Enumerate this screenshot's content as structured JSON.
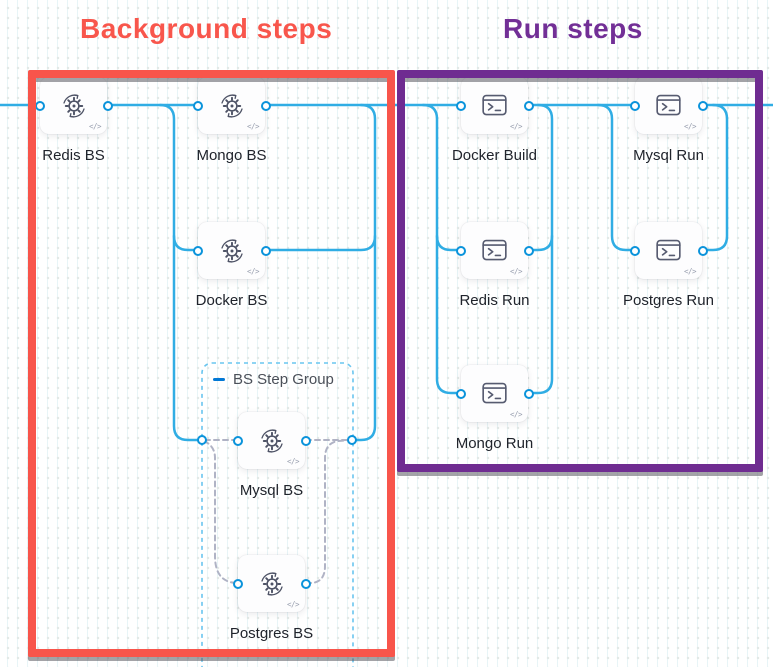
{
  "annotations": {
    "background_steps_title": "Background steps",
    "run_steps_title": "Run steps"
  },
  "group": {
    "label": "BS Step Group"
  },
  "nodes": [
    {
      "id": "redis-bs",
      "label": "Redis BS",
      "icon": "background-gear-icon"
    },
    {
      "id": "mongo-bs",
      "label": "Mongo BS",
      "icon": "background-gear-icon"
    },
    {
      "id": "docker-bs",
      "label": "Docker BS",
      "icon": "background-gear-icon"
    },
    {
      "id": "mysql-bs",
      "label": "Mysql BS",
      "icon": "background-gear-icon"
    },
    {
      "id": "postgres-bs",
      "label": "Postgres BS",
      "icon": "background-gear-icon"
    },
    {
      "id": "docker-build",
      "label": "Docker Build",
      "icon": "terminal-run-icon"
    },
    {
      "id": "mysql-run",
      "label": "Mysql Run",
      "icon": "terminal-run-icon"
    },
    {
      "id": "redis-run",
      "label": "Redis Run",
      "icon": "terminal-run-icon"
    },
    {
      "id": "postgres-run",
      "label": "Postgres Run",
      "icon": "terminal-run-icon"
    },
    {
      "id": "mongo-run",
      "label": "Mongo Run",
      "icon": "terminal-run-icon"
    }
  ],
  "icons": {
    "code_glyph": "</>"
  },
  "colors": {
    "edge_blue": "#30ade4",
    "port_ring": "#0a93db",
    "dashed_gray": "#b0b3c5",
    "group_border": "#69c5ef",
    "group_dash_icon": "#0278d5",
    "annotation_red": "#f8554b",
    "annotation_purple": "#6f2c91",
    "title_red": "#f8564c",
    "title_purple": "#722f96"
  }
}
